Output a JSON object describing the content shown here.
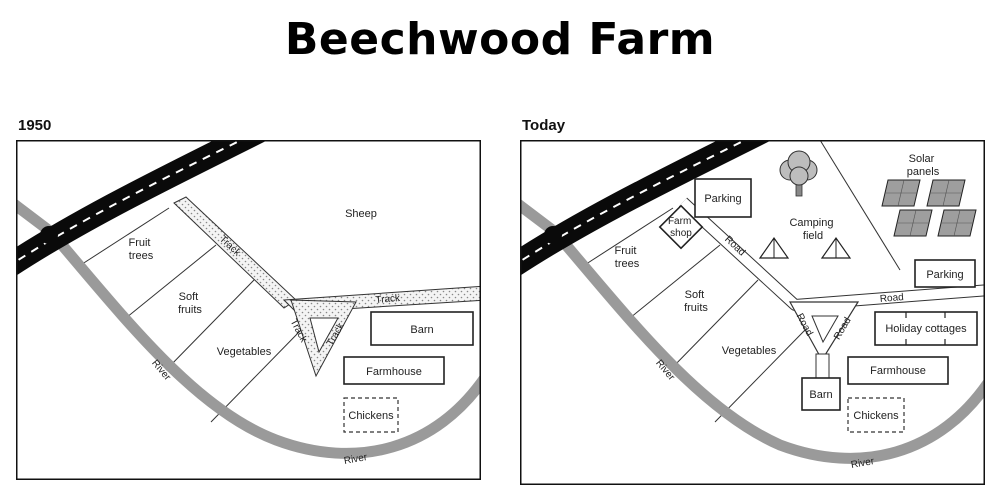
{
  "title": "Beechwood Farm",
  "panels": [
    {
      "label": "1950",
      "labels": {
        "fruit": [
          "Fruit",
          "trees"
        ],
        "soft": [
          "Soft",
          "fruits"
        ],
        "veg": "Vegetables",
        "sheep": "Sheep",
        "barn": "Barn",
        "farmhouse": "Farmhouse",
        "chickens": "Chickens",
        "track1": "Track",
        "track2": "Track",
        "track3": "Track",
        "track4": "Track",
        "river1": "River",
        "river2": "River"
      }
    },
    {
      "label": "Today",
      "labels": {
        "fruit": [
          "Fruit",
          "trees"
        ],
        "soft": [
          "Soft",
          "fruits"
        ],
        "veg": "Vegetables",
        "parking1": "Parking",
        "farmshop": [
          "Farm",
          "shop"
        ],
        "camping": [
          "Camping",
          "field"
        ],
        "solar": [
          "Solar",
          "panels"
        ],
        "parking2": "Parking",
        "holiday": "Holiday cottages",
        "farmhouse": "Farmhouse",
        "barn": "Barn",
        "chickens": "Chickens",
        "road1": "Road",
        "road2": "Road",
        "road3": "Road",
        "road4": "Road",
        "river1": "River",
        "river2": "River"
      }
    }
  ]
}
